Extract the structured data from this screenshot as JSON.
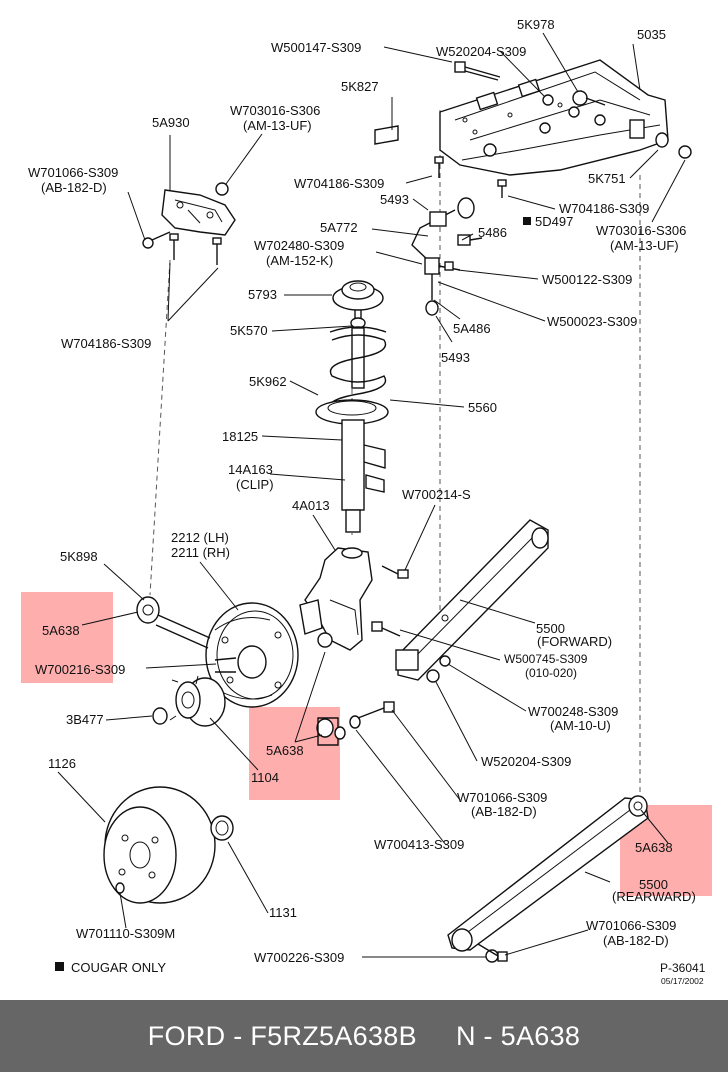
{
  "labels": {
    "W500147_S309": "W500147-S309",
    "W520204_S309_top": "W520204-S309",
    "5K978": "5K978",
    "5035": "5035",
    "5K827": "5K827",
    "5A930": "5A930",
    "W703016_S306_left": "W703016-S306",
    "AM_13_UF_left": "(AM-13-UF)",
    "W701066_S309_left": "W701066-S309",
    "AB_182_D_left": "(AB-182-D)",
    "W704186_S309_top": "W704186-S309",
    "5K751": "5K751",
    "5493_top": "5493",
    "W704186_S309_right": "W704186-S309",
    "5D497": "5D497",
    "W703016_S306_right": "W703016-S306",
    "AM_13_UF_right": "(AM-13-UF)",
    "5A772": "5A772",
    "5486": "5486",
    "W702480_S309": "W702480-S309",
    "AM_152_K": "(AM-152-K)",
    "W500122_S309": "W500122-S309",
    "5793": "5793",
    "W500023_S309": "W500023-S309",
    "5A486": "5A486",
    "W704186_S309_left": "W704186-S309",
    "5K570": "5K570",
    "5493_bottom": "5493",
    "5K962": "5K962",
    "5560": "5560",
    "18125": "18125",
    "14A163": "14A163",
    "CLIP": "(CLIP)",
    "4A013": "4A013",
    "W700214_S": "W700214-S",
    "5K898": "5K898",
    "2212_LH": "2212 (LH)",
    "2211_RH": "2211 (RH)",
    "5A638_left": "5A638",
    "W700216_S309": "W700216-S309",
    "5500_forward": "5500",
    "FORWARD": "(FORWARD)",
    "W500745_S309": "W500745-S309",
    "010_020": "(010-020)",
    "3B477": "3B477",
    "W700248_S309": "W700248-S309",
    "AM_10_U": "(AM-10-U)",
    "5A638_center": "5A638",
    "1104": "1104",
    "W520204_S309_bottom": "W520204-S309",
    "1126": "1126",
    "W701066_S309_mid": "W701066-S309",
    "AB_182_D_mid": "(AB-182-D)",
    "W700413_S309": "W700413-S309",
    "5A638_right": "5A638",
    "5500_rearward": "5500",
    "REARWARD": "(REARWARD)",
    "1131": "1131",
    "W701066_S309_bottom": "W701066-S309",
    "AB_182_D_bottom": "(AB-182-D)",
    "W701110_S309M": "W701110-S309M",
    "W700226_S309": "W700226-S309",
    "P_36041": "P-36041",
    "date": "05/17/2002",
    "cougar_only": "COUGAR ONLY"
  },
  "footer": {
    "text": "FORD - F5RZ5A638B     N - 5A638"
  },
  "colors": {
    "highlight": "#ff6b6b",
    "footer_bg": "#666666",
    "footer_text": "#ffffff"
  },
  "icons": {
    "legend_marker": "black-square-icon"
  }
}
